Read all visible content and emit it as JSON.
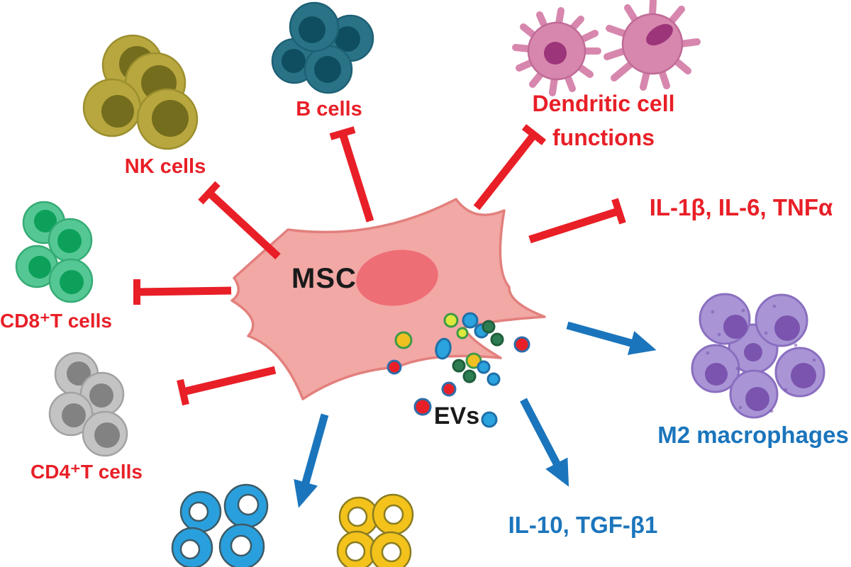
{
  "labels": {
    "msc": "MSC",
    "evs": "EVs",
    "nk_cells": "NK cells",
    "b_cells": "B cells",
    "dendritic_line1": "Dendritic cell",
    "dendritic_line2": "functions",
    "pro_inflammatory_cytokines": "IL-1β, IL-6, TNFα",
    "cd8_t_cells": "CD8⁺T cells",
    "cd4_t_cells": "CD4⁺T cells",
    "m2_macrophages": "M2 macrophages",
    "anti_inflammatory_cytokines": "IL-10, TGF-β1"
  },
  "colors": {
    "inhibit_red": "#e81f27",
    "promote_blue": "#1b75bc",
    "text_black": "#1a1a1a",
    "msc_body": "#f2a8a5",
    "msc_outline": "#e2807d",
    "msc_nucleus": "#ee6e76",
    "nk_body": "#b7a73e",
    "nk_nucleus": "#746d1d",
    "nk_outline": "#9c8f2e",
    "b_body": "#2a7387",
    "b_nucleus": "#0f4e61",
    "b_outline": "#1e6075",
    "dendritic_body": "#d787ad",
    "dendritic_outline": "#c06a96",
    "dendritic_nucleus": "#9c3579",
    "cd8_body": "#55c795",
    "cd8_nucleus": "#0da05a",
    "cd8_outline": "#35ab75",
    "cd4_body": "#c3c3c3",
    "cd4_nucleus": "#828282",
    "cd4_outline": "#a2a2a2",
    "m2_body": "#a995d5",
    "m2_nucleus": "#7a54ae",
    "m2_outline": "#8a6fc0",
    "blue_cell": "#29a0dd",
    "blue_cell_outline": "#3d5a66",
    "yellow_cell": "#f3c21b",
    "yellow_cell_outline": "#8a7d22",
    "ev_blue": "#2aa3de",
    "ev_blue_outline": "#1f6fa8",
    "ev_green": "#2e7d52",
    "ev_green_outline": "#1f5e3c",
    "ev_red": "#e81f27",
    "ev_red_outline": "#2e6da8",
    "ev_yellow": "#f0c020",
    "ev_yellow_outline": "#3d9a48",
    "ev_chartreuse": "#dce83c"
  }
}
